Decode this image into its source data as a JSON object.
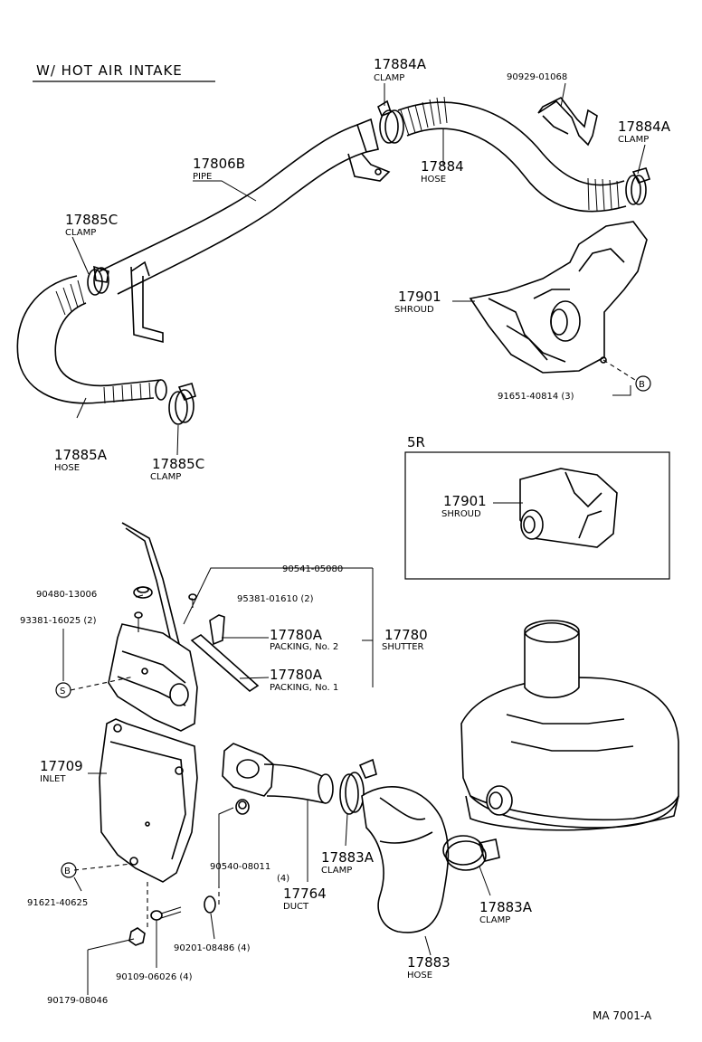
{
  "diagram": {
    "title": "W/ HOT AIR INTAKE",
    "sub_box_label": "5R",
    "footer_code": "MA 7001-A",
    "callout_letters": {
      "b": "B",
      "s": "S"
    },
    "labels": {
      "clamp_17884a_top": {
        "number": "17884A",
        "name": "CLAMP"
      },
      "bracket_90929": {
        "number": "90929-01068"
      },
      "clamp_17884a_right": {
        "number": "17884A",
        "name": "CLAMP"
      },
      "pipe_17806b": {
        "number": "17806B",
        "name": "PIPE"
      },
      "hose_17884": {
        "number": "17884",
        "name": "HOSE"
      },
      "clamp_17885c_left": {
        "number": "17885C",
        "name": "CLAMP"
      },
      "shroud_17901": {
        "number": "17901",
        "name": "SHROUD"
      },
      "bolt_91651": {
        "number": "91651-40814 (3)"
      },
      "hose_17885a": {
        "number": "17885A",
        "name": "HOSE"
      },
      "clamp_17885c_bottom": {
        "number": "17885C",
        "name": "CLAMP"
      },
      "shroud_17901_5r": {
        "number": "17901",
        "name": "SHROUD"
      },
      "part_90541": {
        "number": "90541-05080"
      },
      "nut_90480": {
        "number": "90480-13006"
      },
      "screw_95381": {
        "number": "95381-01610 (2)"
      },
      "screw_93381": {
        "number": "93381-16025 (2)"
      },
      "packing_no2": {
        "number": "17780A",
        "name": "PACKING, No. 2"
      },
      "shutter_17780": {
        "number": "17780",
        "name": "SHUTTER"
      },
      "packing_no1": {
        "number": "17780A",
        "name": "PACKING, No. 1"
      },
      "inlet_17709": {
        "number": "17709",
        "name": "INLET"
      },
      "bolt_91621": {
        "number": "91621-40625"
      },
      "collar_90540": {
        "number": "90540-08011",
        "qty": "(4)"
      },
      "duct_17764": {
        "number": "17764",
        "name": "DUCT"
      },
      "clamp_17883a_left": {
        "number": "17883A",
        "name": "CLAMP"
      },
      "clamp_17883a_right": {
        "number": "17883A",
        "name": "CLAMP"
      },
      "washer_90201": {
        "number": "90201-08486 (4)"
      },
      "bolt_90109": {
        "number": "90109-06026 (4)"
      },
      "nut_90179": {
        "number": "90179-08046"
      },
      "hose_17883": {
        "number": "17883",
        "name": "HOSE"
      }
    }
  }
}
